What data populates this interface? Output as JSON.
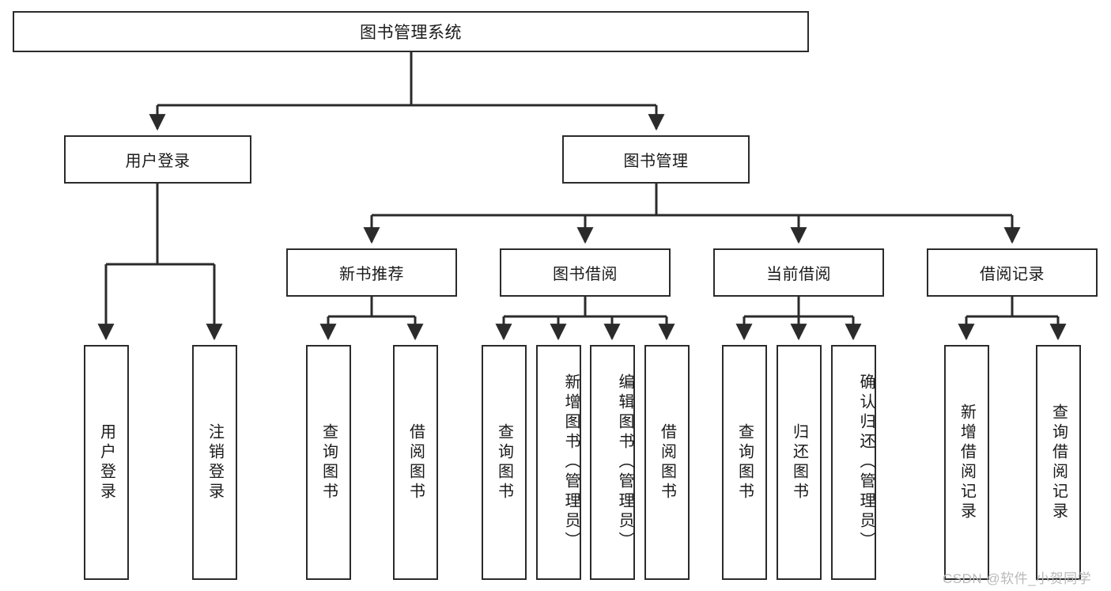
{
  "diagram": {
    "title_node": {
      "label": "图书管理系统"
    },
    "level2": [
      {
        "id": "user-login",
        "label": "用户登录"
      },
      {
        "id": "book-manage",
        "label": "图书管理"
      }
    ],
    "level3": [
      {
        "id": "new-book-recommend",
        "label": "新书推荐"
      },
      {
        "id": "book-borrow",
        "label": "图书借阅"
      },
      {
        "id": "current-borrow",
        "label": "当前借阅"
      },
      {
        "id": "borrow-record",
        "label": "借阅记录"
      }
    ],
    "leaves": [
      {
        "id": "leaf-user-login",
        "label": "用户登录",
        "parent": "user-login"
      },
      {
        "id": "leaf-logout-login",
        "label": "注销登录",
        "parent": "user-login"
      },
      {
        "id": "leaf-query-book-1",
        "label": "查询图书",
        "parent": "new-book-recommend"
      },
      {
        "id": "leaf-borrow-book-1",
        "label": "借阅图书",
        "parent": "new-book-recommend"
      },
      {
        "id": "leaf-query-book-2",
        "label": "查询图书",
        "parent": "book-borrow"
      },
      {
        "id": "leaf-add-book",
        "label": "新增图书（管理员）",
        "parent": "book-borrow"
      },
      {
        "id": "leaf-edit-book",
        "label": "编辑图书（管理员）",
        "parent": "book-borrow"
      },
      {
        "id": "leaf-borrow-book-2",
        "label": "借阅图书",
        "parent": "book-borrow"
      },
      {
        "id": "leaf-query-book-3",
        "label": "查询图书",
        "parent": "current-borrow"
      },
      {
        "id": "leaf-return-book",
        "label": "归还图书",
        "parent": "current-borrow"
      },
      {
        "id": "leaf-confirm-return",
        "label": "确认归还（管理员）",
        "parent": "current-borrow"
      },
      {
        "id": "leaf-add-record",
        "label": "新增借阅记录",
        "parent": "borrow-record"
      },
      {
        "id": "leaf-query-record",
        "label": "查询借阅记录",
        "parent": "borrow-record"
      }
    ],
    "watermark": "CSDN @软件_小贺同学",
    "colors": {
      "stroke": "#2b2b2b",
      "background": "#ffffff",
      "text": "#1a1a1a",
      "watermark": "#b9b9b9"
    }
  }
}
